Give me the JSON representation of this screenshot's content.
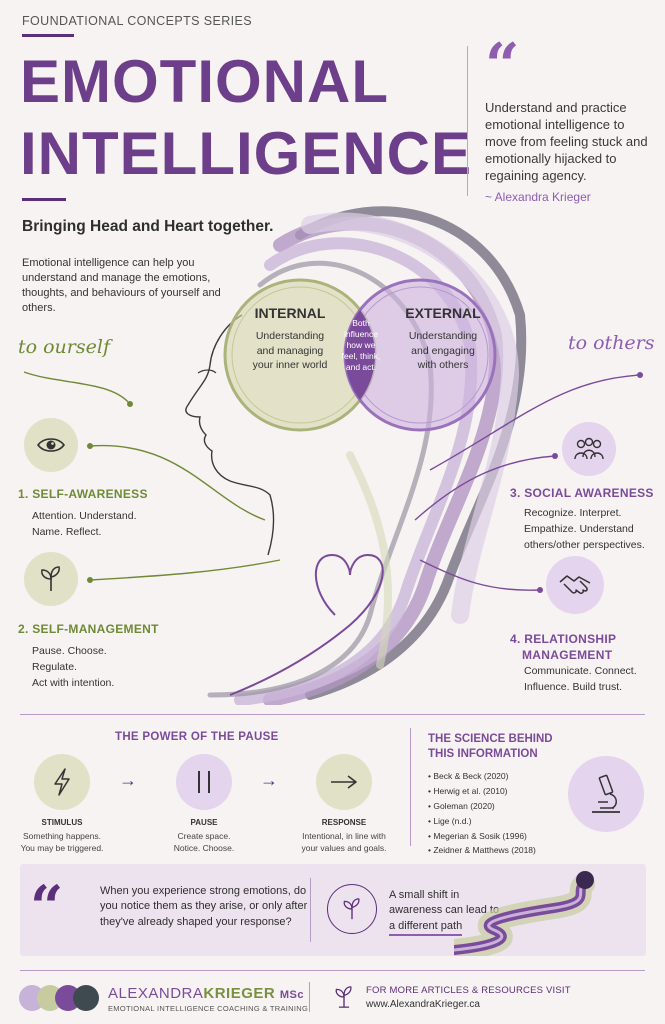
{
  "header": {
    "series": "FOUNDATIONAL CONCEPTS SERIES",
    "title_line1": "EMOTIONAL",
    "title_line2": "INTELLIGENCE",
    "tagline": "Bringing Head and Heart together.",
    "intro": "Emotional intelligence can help you understand and manage the emotions, thoughts, and behaviours of yourself and others."
  },
  "quote": {
    "mark": "“",
    "text": "Understand and practice emotional intelligence to move from feeling stuck and emotionally hijacked to regaining agency.",
    "author": "~ Alexandra Krieger"
  },
  "venn": {
    "internal_title": "INTERNAL",
    "internal_text": "Understanding and managing your inner world",
    "overlap_text": "Both influence how we feel, think, and act.",
    "external_title": "EXTERNAL",
    "external_text": "Understanding and engaging with others"
  },
  "labels": {
    "to_ourself": "to ourself",
    "to_others": "to others"
  },
  "skills": [
    {
      "heading": "1. SELF-AWARENESS",
      "line1": "Attention. Understand.",
      "line2": "Name. Reflect.",
      "icon": "eye-icon"
    },
    {
      "heading": "2. SELF-MANAGEMENT",
      "line1": "Pause. Choose.",
      "line2": "Regulate.",
      "line3": "Act with intention.",
      "icon": "sprout-icon"
    },
    {
      "heading": "3. SOCIAL AWARENESS",
      "line1": "Recognize. Interpret.",
      "line2": "Empathize. Understand",
      "line3": "others/other perspectives.",
      "icon": "people-icon"
    },
    {
      "heading_line1": "4. RELATIONSHIP",
      "heading_line2": "MANAGEMENT",
      "line1": "Communicate. Connect.",
      "line2": "Influence. Build trust.",
      "icon": "handshake-icon"
    }
  ],
  "pause": {
    "title": "THE POWER OF THE PAUSE",
    "steps": [
      {
        "label": "STIMULUS",
        "line1": "Something happens.",
        "line2": "You may be triggered.",
        "icon": "lightning-icon"
      },
      {
        "label": "PAUSE",
        "line1": "Create space.",
        "line2": "Notice. Choose.",
        "icon": "pause-icon"
      },
      {
        "label": "RESPONSE",
        "line1": "Intentional, in line with",
        "line2": "your values and goals.",
        "icon": "arrow-right-icon"
      }
    ],
    "arrow": "→"
  },
  "science": {
    "title_line1": "THE SCIENCE BEHIND",
    "title_line2": "THIS INFORMATION",
    "refs": [
      "Beck & Beck (2020)",
      "Herwig et al. (2010)",
      "Goleman (2020)",
      "Lige (n.d.)",
      "Megerian & Sosik (1996)",
      "Zeidner & Matthews (2018)"
    ],
    "icon": "microscope-icon"
  },
  "banner": {
    "quote_mark": "“",
    "question": "When you experience strong emotions, do you notice them as they arise, or only after they've already shaped your response?",
    "shift_line1": "A small shift in",
    "shift_line2": "awareness can lead to",
    "shift_line3": "a different path"
  },
  "footer": {
    "brand_first": "ALEXANDRA",
    "brand_last": "KRIEGER",
    "brand_suffix": "MSc",
    "brand_sub": "EMOTIONAL INTELLIGENCE COACHING & TRAINING",
    "visit": "FOR MORE ARTICLES & RESOURCES VISIT",
    "url": "www.AlexandraKrieger.ca"
  },
  "colors": {
    "purple": "#7b4b9b",
    "dark_purple": "#5c2f7a",
    "green": "#6f8a36",
    "background": "#f7f3f2"
  }
}
